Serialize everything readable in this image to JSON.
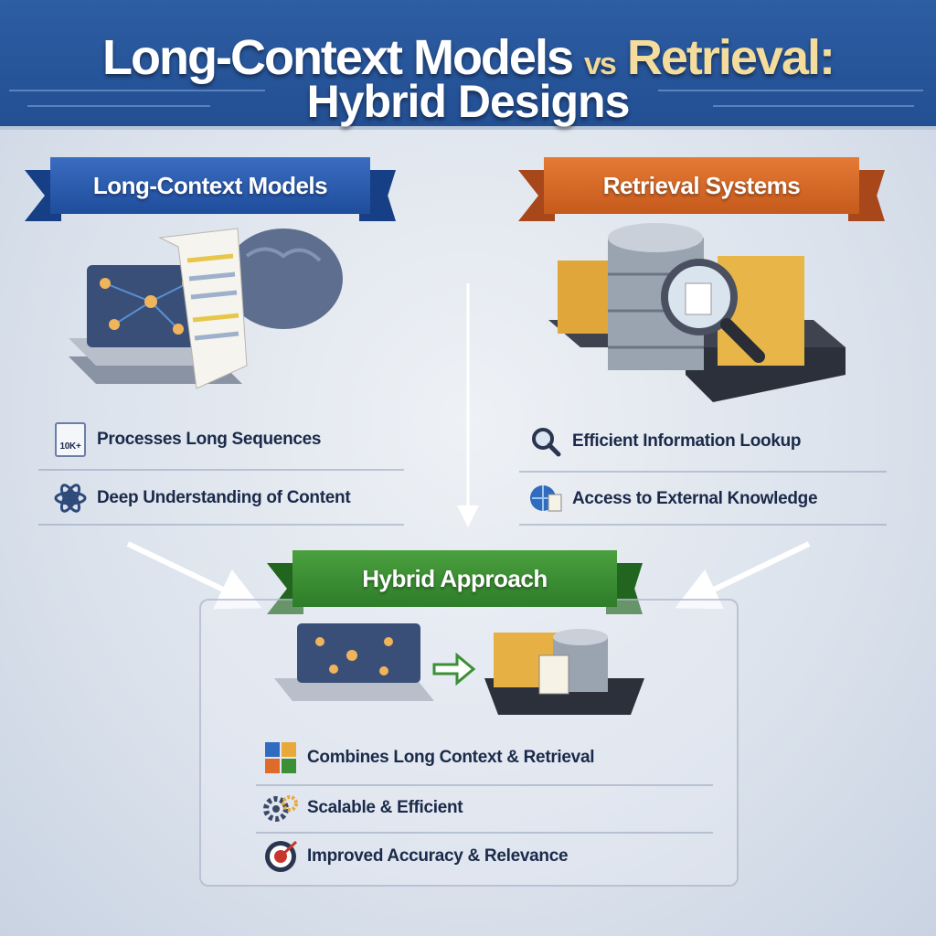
{
  "header": {
    "title_part1": "Long-Context Models",
    "title_vs": "vs",
    "title_part2": "Retrieval:",
    "subtitle": "Hybrid Designs"
  },
  "left": {
    "ribbon": "Long-Context Models",
    "items": [
      {
        "icon": "document-10k-icon",
        "badge": "10K+",
        "label": "Processes Long Sequences"
      },
      {
        "icon": "atom-brain-icon",
        "label": "Deep Understanding of Content"
      }
    ]
  },
  "right": {
    "ribbon": "Retrieval Systems",
    "items": [
      {
        "icon": "magnifier-icon",
        "label": "Efficient Information Lookup"
      },
      {
        "icon": "globe-document-icon",
        "label": "Access to External Knowledge"
      }
    ]
  },
  "hybrid": {
    "ribbon": "Hybrid Approach",
    "items": [
      {
        "icon": "puzzle-icon",
        "label": "Combines Long Context & Retrieval"
      },
      {
        "icon": "gears-icon",
        "label": "Scalable & Efficient"
      },
      {
        "icon": "target-icon",
        "label": "Improved Accuracy & Relevance"
      }
    ]
  },
  "colors": {
    "header": "#2d5da3",
    "blue": "#2a5cb0",
    "orange": "#d8692a",
    "green": "#3b8f35",
    "gold": "#f3dc9c"
  }
}
